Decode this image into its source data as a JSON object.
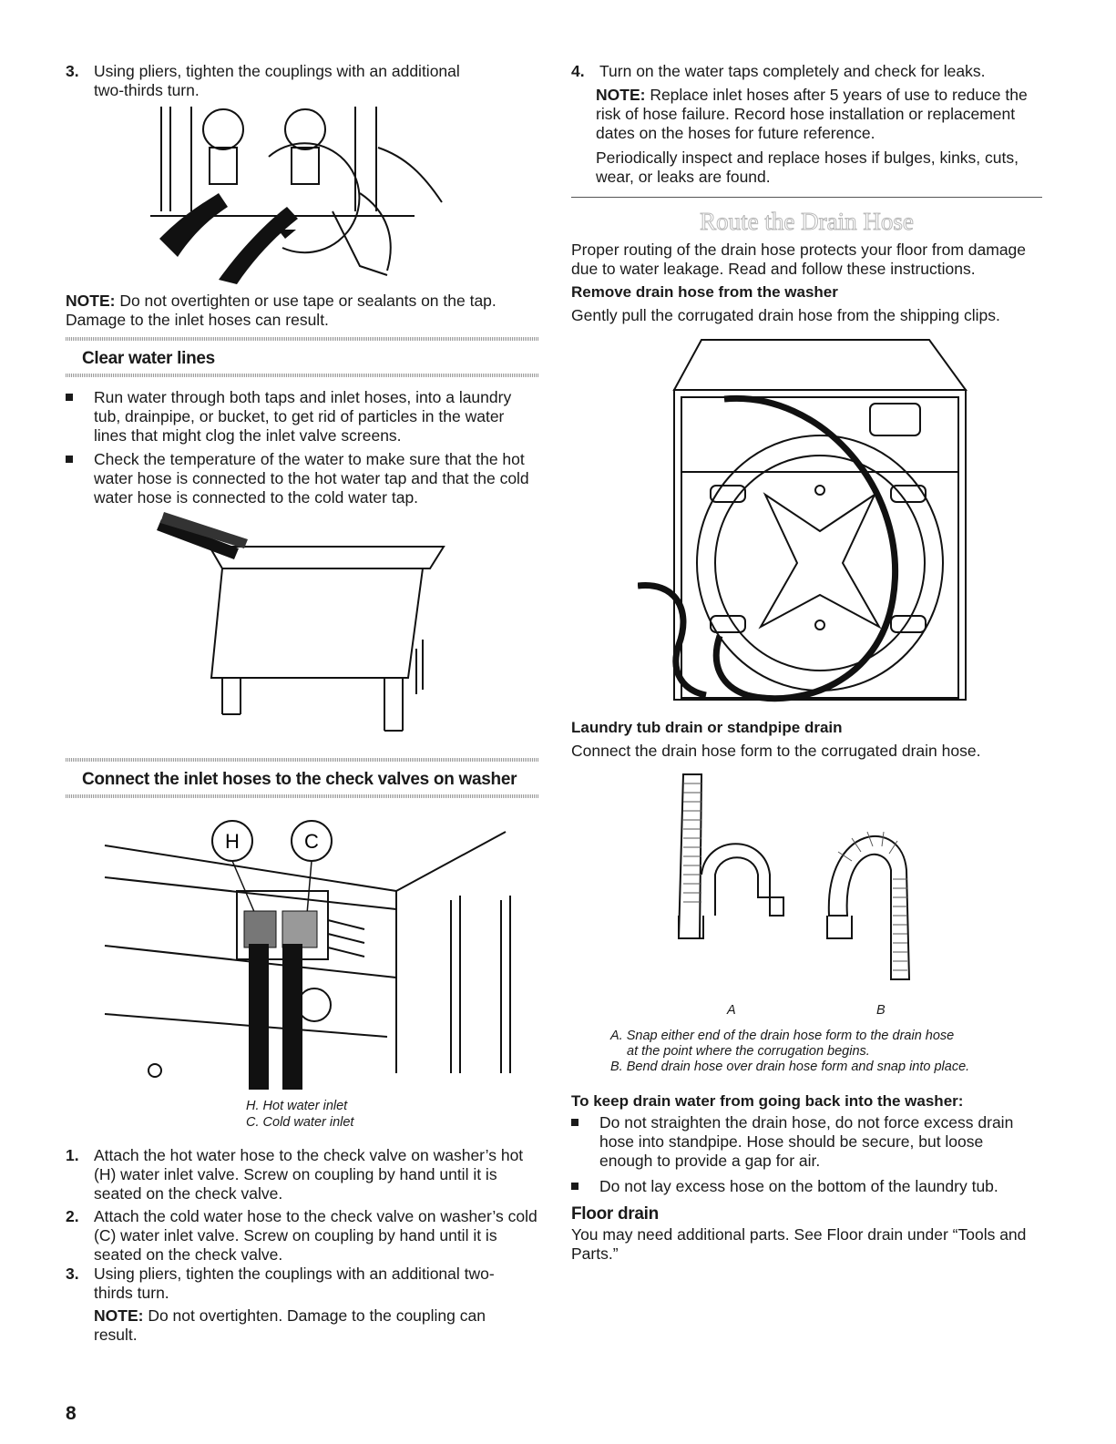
{
  "page_number": "8",
  "left": {
    "step3_top": {
      "num": "3.",
      "text": "Using pliers, tighten the couplings with an additional two-thirds turn."
    },
    "note1": {
      "label": "NOTE:",
      "text": " Do not overtighten or use tape or sealants on the tap. Damage to the inlet hoses can result."
    },
    "clear_heading": "Clear water lines",
    "clear_bullets": [
      "Run water through both taps and inlet hoses, into a laundry tub, drainpipe, or bucket, to get rid of particles in the water lines that might clog the inlet valve screens.",
      "Check the temperature of the water to make sure that the hot water hose is connected to the hot water tap and that the cold water hose is connected to the cold water tap."
    ],
    "connect_heading": "Connect the inlet hoses to the check valves on washer",
    "figure_labels": {
      "h": "H",
      "c": "C"
    },
    "caption_h": "H. Hot water inlet",
    "caption_c": "C. Cold water inlet",
    "steps": [
      {
        "num": "1.",
        "text": "Attach the hot water hose to the check valve on washer’s hot (H) water inlet valve. Screw on coupling by hand until it is seated on the check valve."
      },
      {
        "num": "2.",
        "text": "Attach the cold water hose to the check valve on washer’s cold (C) water inlet valve. Screw on coupling by hand until it is seated on the check valve."
      },
      {
        "num": "3.",
        "text": "Using pliers, tighten the couplings with an additional two-thirds turn."
      }
    ],
    "note2": {
      "label": "NOTE:",
      "text": " Do not overtighten. Damage to the coupling can result."
    }
  },
  "right": {
    "step4": {
      "num": "4.",
      "text": "Turn on the water taps completely and check for leaks."
    },
    "note3": {
      "label": "NOTE:",
      "text": " Replace inlet hoses after 5 years of use to reduce the risk of hose failure. Record hose installation or replacement dates on the hoses for future reference."
    },
    "inspect": "Periodically inspect and replace hoses if bulges, kinks, cuts, wear, or leaks are found.",
    "section_title": "Route the Drain Hose",
    "intro": "Proper routing of the drain hose protects your floor from damage due to water leakage. Read and follow these instructions.",
    "remove_heading": "Remove drain hose from the washer",
    "remove_text": "Gently pull the corrugated drain hose from the shipping clips.",
    "laundry_heading": "Laundry tub drain or standpipe drain",
    "laundry_text": "Connect the drain hose form to the corrugated drain hose.",
    "fig_a": "A",
    "fig_b": "B",
    "caption_a1": "A. Snap either end of the drain hose form to the drain hose",
    "caption_a2": "at the point where the corrugation begins.",
    "caption_b": "B. Bend drain hose over drain hose form and snap into place.",
    "keep_heading": "To keep drain water from going back into the washer:",
    "keep_bullets": [
      "Do not straighten the drain hose, do not force excess drain hose into standpipe. Hose should be secure, but loose enough to provide a gap for air.",
      "Do not lay excess hose on the bottom of the laundry tub."
    ],
    "floor_heading": "Floor drain",
    "floor_text": "You may need additional parts. See Floor drain under “Tools and Parts.”"
  }
}
